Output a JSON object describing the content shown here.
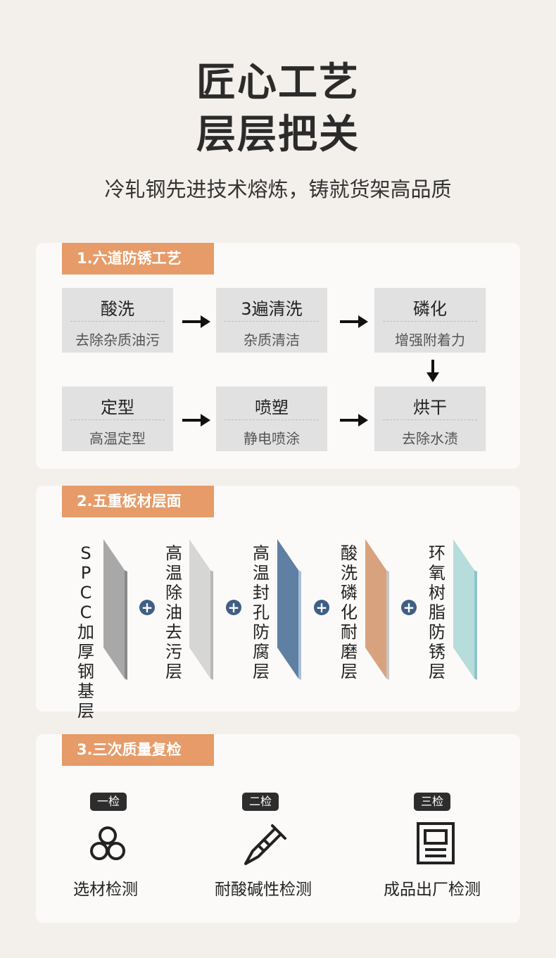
{
  "header": {
    "title_line1": "匠心工艺",
    "title_line2": "层层把关",
    "subtitle": "冷轧钢先进技术熔炼，铸就货架高品质"
  },
  "section1": {
    "tag": "1.六道防锈工艺",
    "steps": [
      {
        "name": "酸洗",
        "desc": "去除杂质油污"
      },
      {
        "name": "3遍清洗",
        "desc": "杂质清洁"
      },
      {
        "name": "磷化",
        "desc": "增强附着力"
      },
      {
        "name": "定型",
        "desc": "高温定型"
      },
      {
        "name": "喷塑",
        "desc": "静电喷涂"
      },
      {
        "name": "烘干",
        "desc": "去除水渍"
      }
    ]
  },
  "section2": {
    "tag": "2.五重板材层面",
    "plus": "+",
    "layers": [
      {
        "label": "SPCC加厚钢基层",
        "color": "#a8a8a8"
      },
      {
        "label": "高温除油去污层",
        "color": "#d6d6d4"
      },
      {
        "label": "高温封孔防腐层",
        "color": "#5f7fa3"
      },
      {
        "label": "酸洗磷化耐磨层",
        "color": "#d9a27f"
      },
      {
        "label": "环氧树脂防锈层",
        "color": "#b7dcdc"
      }
    ]
  },
  "section3": {
    "tag": "3.三次质量复检",
    "checks": [
      {
        "badge": "一检",
        "label": "选材检测",
        "icon": "circles-icon"
      },
      {
        "badge": "二检",
        "label": "耐酸碱性检测",
        "icon": "test-tube-icon"
      },
      {
        "badge": "三检",
        "label": "成品出厂检测",
        "icon": "report-icon"
      }
    ]
  }
}
